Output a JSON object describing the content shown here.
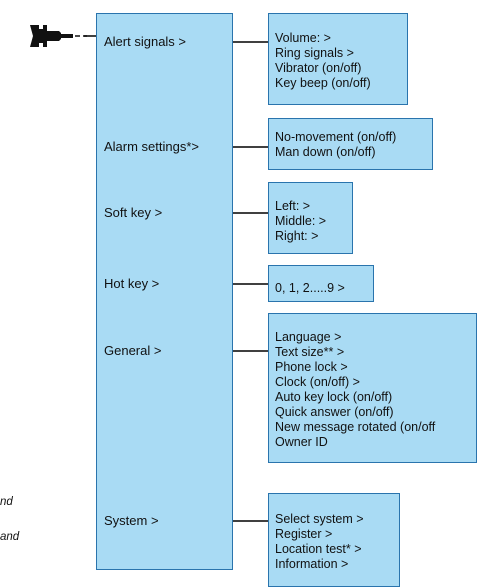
{
  "menu": {
    "items": [
      "Alert signals >",
      "Alarm settings*>",
      "Soft key >",
      "Hot key >",
      "General >",
      "System >"
    ]
  },
  "submenus": {
    "alert_signals": [
      "Volume: >",
      "Ring signals >",
      "Vibrator (on/off)",
      "Key beep (on/off)"
    ],
    "alarm_settings": [
      "No-movement (on/off)",
      "Man down (on/off)"
    ],
    "soft_key": [
      "Left: >",
      "Middle: >",
      "Right: >"
    ],
    "hot_key": [
      "0, 1, 2.....9 >"
    ],
    "general": [
      "Language >",
      "Text size** >",
      "Phone lock >",
      "Clock (on/off) >",
      "Auto key lock (on/off)",
      "Quick answer (on/off)",
      "New message rotated (on/off",
      "Owner ID"
    ],
    "system": [
      "Select system >",
      "Register >",
      "Location test* >",
      "Information >"
    ]
  },
  "fragments": [
    "nd",
    "and"
  ],
  "colors": {
    "box_fill": "#a9dbf4",
    "box_border": "#2a74ad",
    "line": "#000000"
  },
  "icons": {
    "settings": "wrench-icon"
  }
}
